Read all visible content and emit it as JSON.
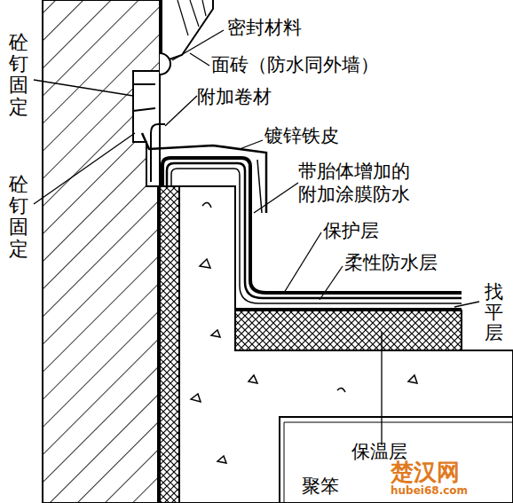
{
  "diagram": {
    "labels": [
      "密封材料",
      "面砖（防水同外墙）",
      "砼钉固定",
      "附加卷材",
      "砼钉固定",
      "镀锌铁皮",
      "带胎体增加的附加涂膜防水",
      "保护层",
      "柔性防水层",
      "找平层",
      "保温层",
      "聚笨",
      "楚汉网",
      "hubei68.com"
    ]
  }
}
